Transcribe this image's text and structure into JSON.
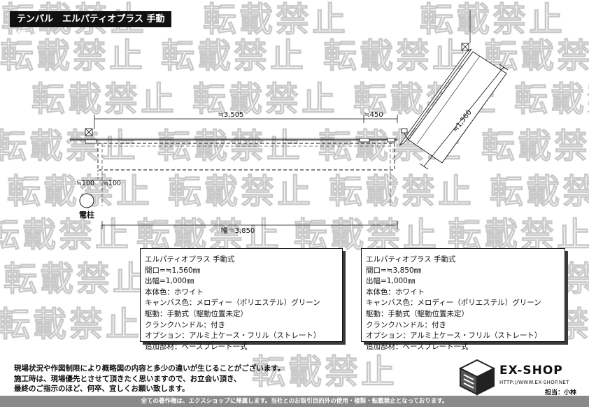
{
  "header": {
    "title": "テンパル　エルパティオプラス 手動式"
  },
  "watermark": {
    "text": "転載禁止"
  },
  "diagram": {
    "dim_top_width": "≒3,505",
    "dim_top_offset": "≒450",
    "dim_awning_length": "≒1,560",
    "dim_left_1": "≒100",
    "dim_left_2": "≒100",
    "pole_label": "電柱",
    "dim_bottom_width": "幅＝3,850"
  },
  "spec_left": {
    "lines": [
      "エルパティオプラス 手動式",
      "間口=≒1,560㎜",
      "出幅=1,000㎜",
      "本体色：ホワイト",
      "キャンバス色：メロディー（ポリエステル）グリーン",
      "駆動：手動式（駆動位置未定）",
      "クランクハンドル：付き",
      "オプション：アルミ上ケース・フリル（ストレート）",
      "追加部材：ベースプレート一式"
    ]
  },
  "spec_right": {
    "lines": [
      "エルパティオプラス 手動式",
      "間口=≒3,850㎜",
      "出幅=1,000㎜",
      "本体色：ホワイト",
      "キャンバス色：メロディー（ポリエステル）グリーン",
      "駆動：手動式（駆動位置未定）",
      "クランクハンドル：付き",
      "オプション：アルミ上ケース・フリル（ストレート）",
      "追加部材：ベースプレート一式"
    ]
  },
  "notes": {
    "lines": [
      "現場状況や作図制限により概略図の内容と多少の違いが生じることがございます。",
      "施工時は、現場優先とさせて頂きたく思いますので、お立会い頂き、",
      "最終のご指示のほど、何卒、宜しくお願い致します。"
    ]
  },
  "footer": {
    "text": "全ての著作権は、エクスショップに帰属します。当社とのお取引目的外の使用・複製・転載禁止となっております。"
  },
  "logo": {
    "name": "EX-SHOP",
    "url": "HTTP://WWW.EX-SHOP.NET",
    "staff": "担当：小林"
  }
}
